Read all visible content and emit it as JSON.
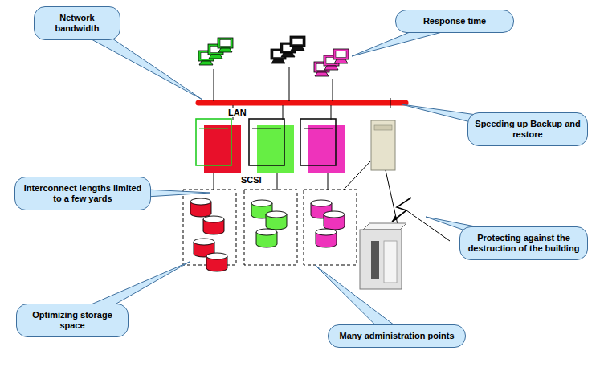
{
  "diagram": {
    "nodes": [
      {
        "text": [
          "Network bandwidth"
        ]
      },
      {
        "text": [
          "Response time"
        ]
      },
      {
        "text": [
          "Speeding up Backup and restore"
        ]
      },
      {
        "text": [
          "Interconnect lengths limited to a few yards"
        ]
      },
      {
        "text": [
          "Protecting against the destruction of the building"
        ]
      },
      {
        "text": [
          "Optimizing storage space"
        ]
      },
      {
        "text": [
          "Many administration points"
        ]
      }
    ],
    "labels": [
      "LAN",
      "SCSI"
    ]
  }
}
